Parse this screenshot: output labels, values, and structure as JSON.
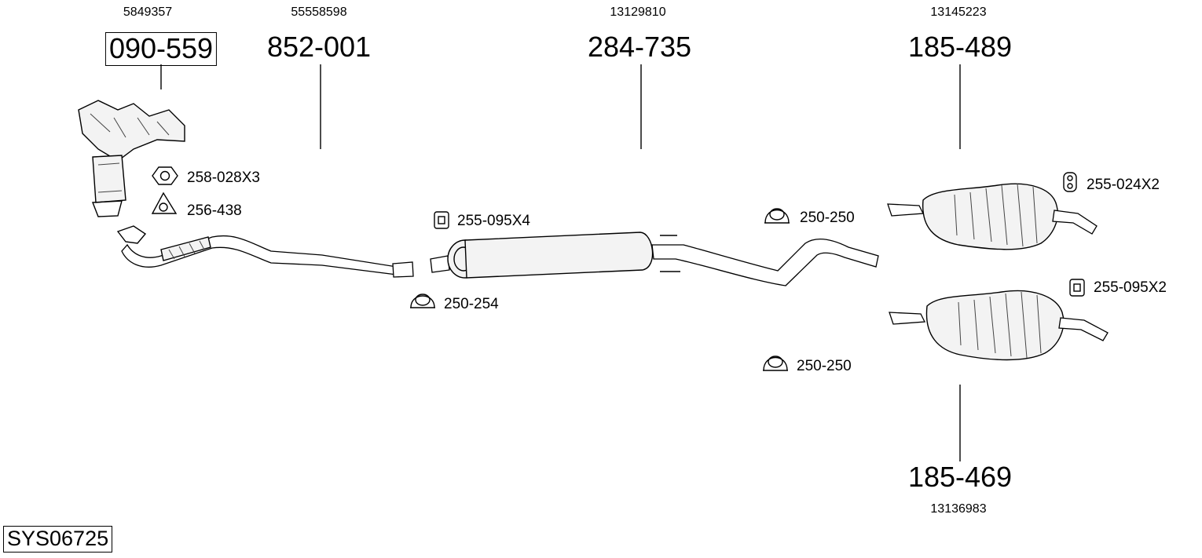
{
  "system_code": "SYS06725",
  "parts": [
    {
      "number": "090-559",
      "oem": "5849357",
      "highlighted": true
    },
    {
      "number": "852-001",
      "oem": "55558598"
    },
    {
      "number": "284-735",
      "oem": "13129810"
    },
    {
      "number": "185-489",
      "oem": "13145223"
    },
    {
      "number": "185-469",
      "oem": "13136983"
    }
  ],
  "accessories": [
    {
      "label": "258-028X3",
      "icon": "nut-icon"
    },
    {
      "label": "256-438",
      "icon": "gasket-icon"
    },
    {
      "label": "255-095X4",
      "icon": "rubber-mount-icon"
    },
    {
      "label": "250-254",
      "icon": "clamp-icon"
    },
    {
      "label": "250-250",
      "icon": "clamp-icon"
    },
    {
      "label": "250-250",
      "icon": "clamp-icon"
    },
    {
      "label": "255-024X2",
      "icon": "rubber-hanger-icon"
    },
    {
      "label": "255-095X2",
      "icon": "rubber-mount-icon"
    }
  ]
}
